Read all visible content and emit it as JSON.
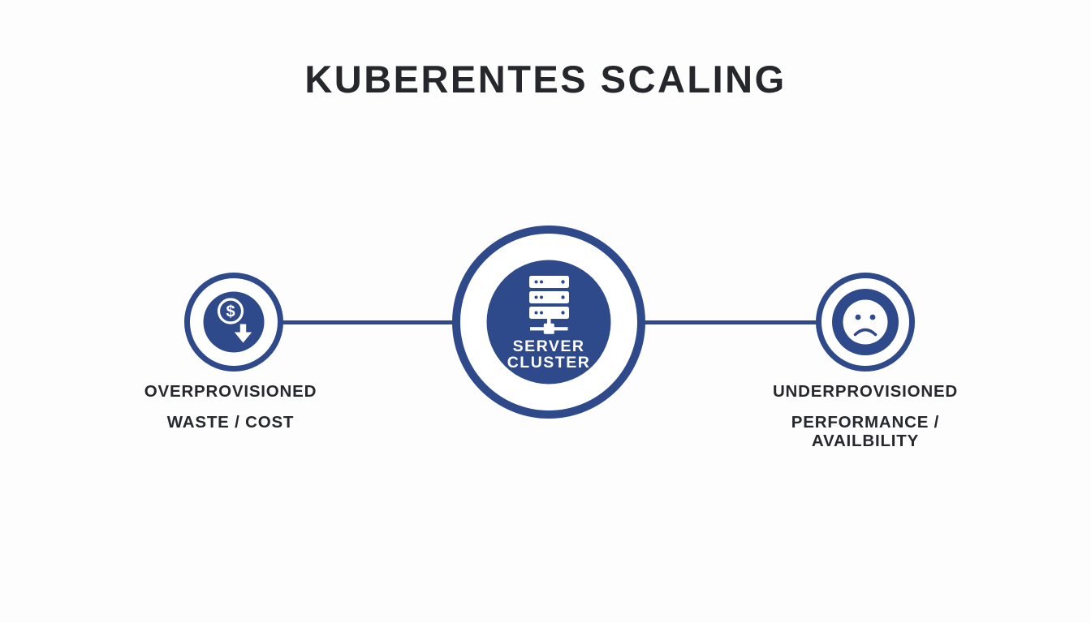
{
  "title": "KUBERENTES SCALING",
  "colors": {
    "accent_blue": "#2e4a8a",
    "heading_text": "#25272c",
    "icon_white": "#ffffff",
    "background": "#fdfdfd"
  },
  "nodes": {
    "left": {
      "icon": "cost-decrease-icon",
      "icon_symbol": "$",
      "heading": "OVERPROVISIONED",
      "subheading": "WASTE / COST"
    },
    "center": {
      "icon": "server-stack-icon",
      "label_line1": "SERVER",
      "label_line2": "CLUSTER"
    },
    "right": {
      "icon": "sad-face-icon",
      "heading": "UNDERPROVISIONED",
      "subheading_line1": "PERFORMANCE /",
      "subheading_line2": "AVAILBILITY"
    }
  }
}
